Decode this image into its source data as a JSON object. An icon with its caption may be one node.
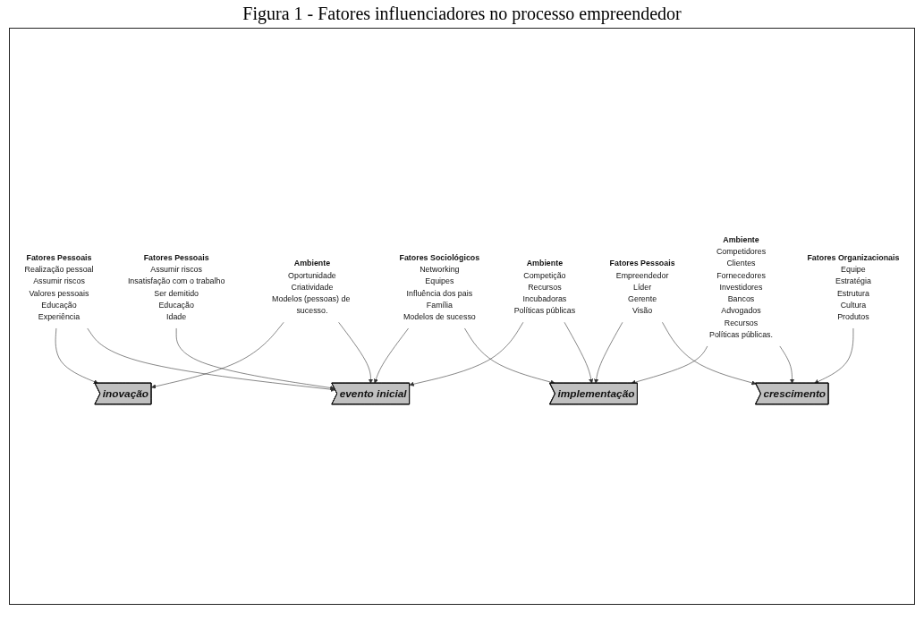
{
  "diagram": {
    "title": "Figura 1 - Fatores influenciadores no processo empreendedor",
    "nodes": [
      {
        "text": [
          "Fatores Pessoais",
          "Realização pessoal",
          "Assumir riscos",
          "Valores pessoais",
          "Educação",
          "Experiência"
        ]
      },
      {
        "text": [
          "Fatores Pessoais",
          "Assumir riscos",
          "Insatisfação com o trabalho",
          "Ser demitido",
          "Educação",
          "Idade"
        ]
      },
      {
        "text": [
          "Fatores Sociológicos",
          "Networking",
          "Equipes",
          "Influência dos pais",
          "Família",
          "Modelos de sucesso"
        ]
      },
      {
        "text": [
          "Fatores Pessoais",
          "Empreendedor",
          "Líder",
          "Gerente",
          "Visão"
        ]
      },
      {
        "text": [
          "Fatores Organizacionais",
          "Equipe",
          "Estratégia",
          "Estrutura",
          "Cultura",
          "Produtos"
        ]
      },
      {
        "text": [
          "inovação"
        ]
      },
      {
        "text": [
          "evento inicial"
        ]
      },
      {
        "text": [
          "implementação"
        ]
      },
      {
        "text": [
          "crescimento"
        ]
      },
      {
        "text": [
          "Ambiente",
          "Oportunidade",
          "Criatividade",
          "Modelos (pessoas) de sucesso."
        ]
      },
      {
        "text": [
          "Ambiente",
          "Competição",
          "Recursos",
          "Incubadoras",
          "Políticas públicas"
        ]
      },
      {
        "text": [
          "Ambiente",
          "Competidores",
          "Clientes",
          "Fornecedores",
          "Investidores",
          "Bancos",
          "Advogados",
          "Recursos",
          "Políticas públicas."
        ]
      }
    ],
    "edges": [
      {
        "from": 0,
        "to": 5,
        "arrow": "to"
      },
      {
        "from": 0,
        "to": 6,
        "arrow": "to"
      },
      {
        "from": 1,
        "to": 6,
        "arrow": "to"
      },
      {
        "from": 2,
        "to": 6,
        "arrow": "to"
      },
      {
        "from": 2,
        "to": 7,
        "arrow": "to"
      },
      {
        "from": 3,
        "to": 7,
        "arrow": "to"
      },
      {
        "from": 3,
        "to": 8,
        "arrow": "to"
      },
      {
        "from": 4,
        "to": 8,
        "arrow": "to"
      },
      {
        "from": 9,
        "to": 5,
        "arrow": "to"
      },
      {
        "from": 9,
        "to": 6,
        "arrow": "to"
      },
      {
        "from": 10,
        "to": 6,
        "arrow": "to"
      },
      {
        "from": 10,
        "to": 7,
        "arrow": "to"
      },
      {
        "from": 11,
        "to": 7,
        "arrow": "to"
      },
      {
        "from": 11,
        "to": 8,
        "arrow": "to"
      }
    ]
  }
}
